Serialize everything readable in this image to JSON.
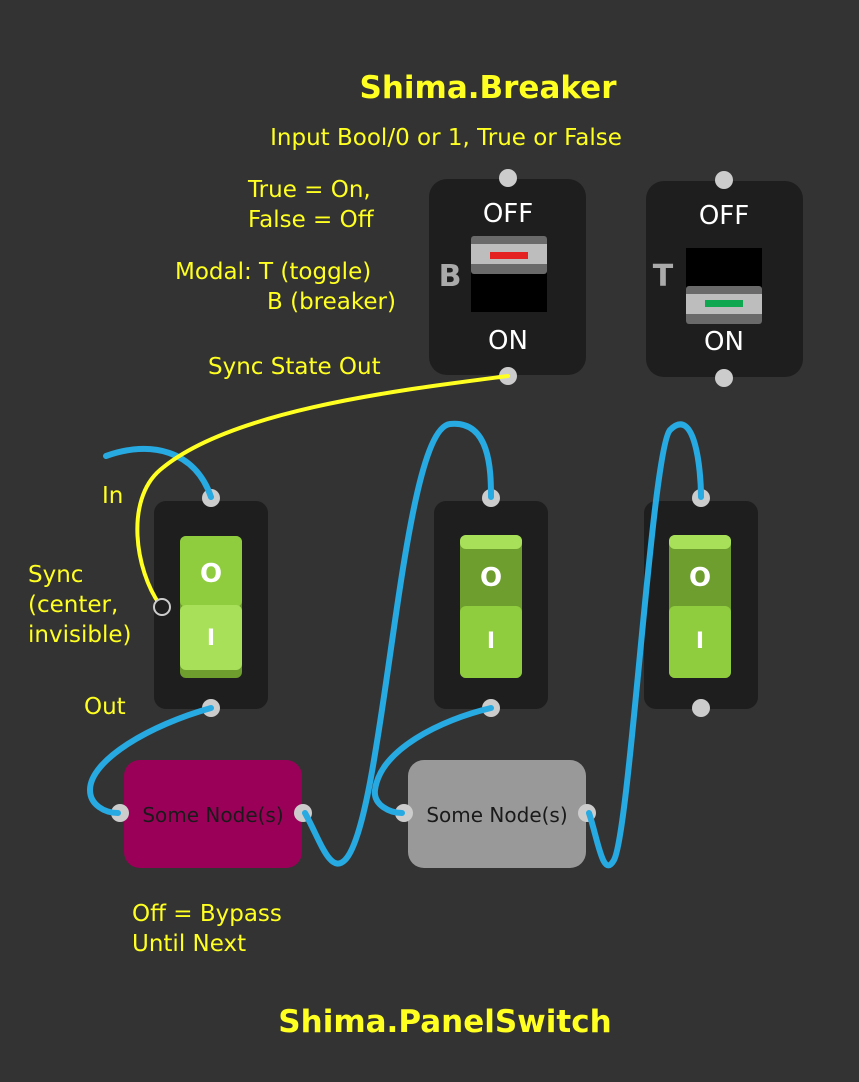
{
  "colors": {
    "background": "#333333",
    "panel": "#1e1e1e",
    "label_yellow": "#ffff22",
    "wire_blue": "#27a9e1",
    "wire_yellow": "#ffff22",
    "port_grey": "#cccccc",
    "rocker_green_light": "#a8e05a",
    "rocker_green_dark": "#6e9e2e",
    "indicator_red": "#e52222",
    "indicator_green": "#0fa850",
    "node_magenta": "#9b0059",
    "node_grey": "#999999"
  },
  "breaker": {
    "title": "Shima.Breaker",
    "input_note": "Input Bool/0 or 1, True or False",
    "true_false_line1": "True = On,",
    "true_false_line2": "False = Off",
    "modal_line1": "Modal: T (toggle)",
    "modal_line2": "B (breaker)",
    "sync_state_out": "Sync State Out",
    "switch_b": {
      "mode_letter": "B",
      "off_label": "OFF",
      "on_label": "ON",
      "state": "off"
    },
    "switch_t": {
      "mode_letter": "T",
      "off_label": "OFF",
      "on_label": "ON",
      "state": "on"
    }
  },
  "panel_switch": {
    "title": "Shima.PanelSwitch",
    "in_label": "In",
    "sync_line1": "Sync",
    "sync_line2": "(center,",
    "sync_line3": "invisible)",
    "out_label": "Out",
    "rocker_off_symbol": "O",
    "rocker_on_symbol": "I",
    "rockers": [
      {
        "state": "on"
      },
      {
        "state": "off"
      },
      {
        "state": "off"
      }
    ],
    "bypass_line1": "Off = Bypass",
    "bypass_line2": "Until Next",
    "nodes": [
      {
        "label": "Some Node(s)",
        "state": "bypassed"
      },
      {
        "label": "Some Node(s)",
        "state": "active"
      }
    ]
  }
}
